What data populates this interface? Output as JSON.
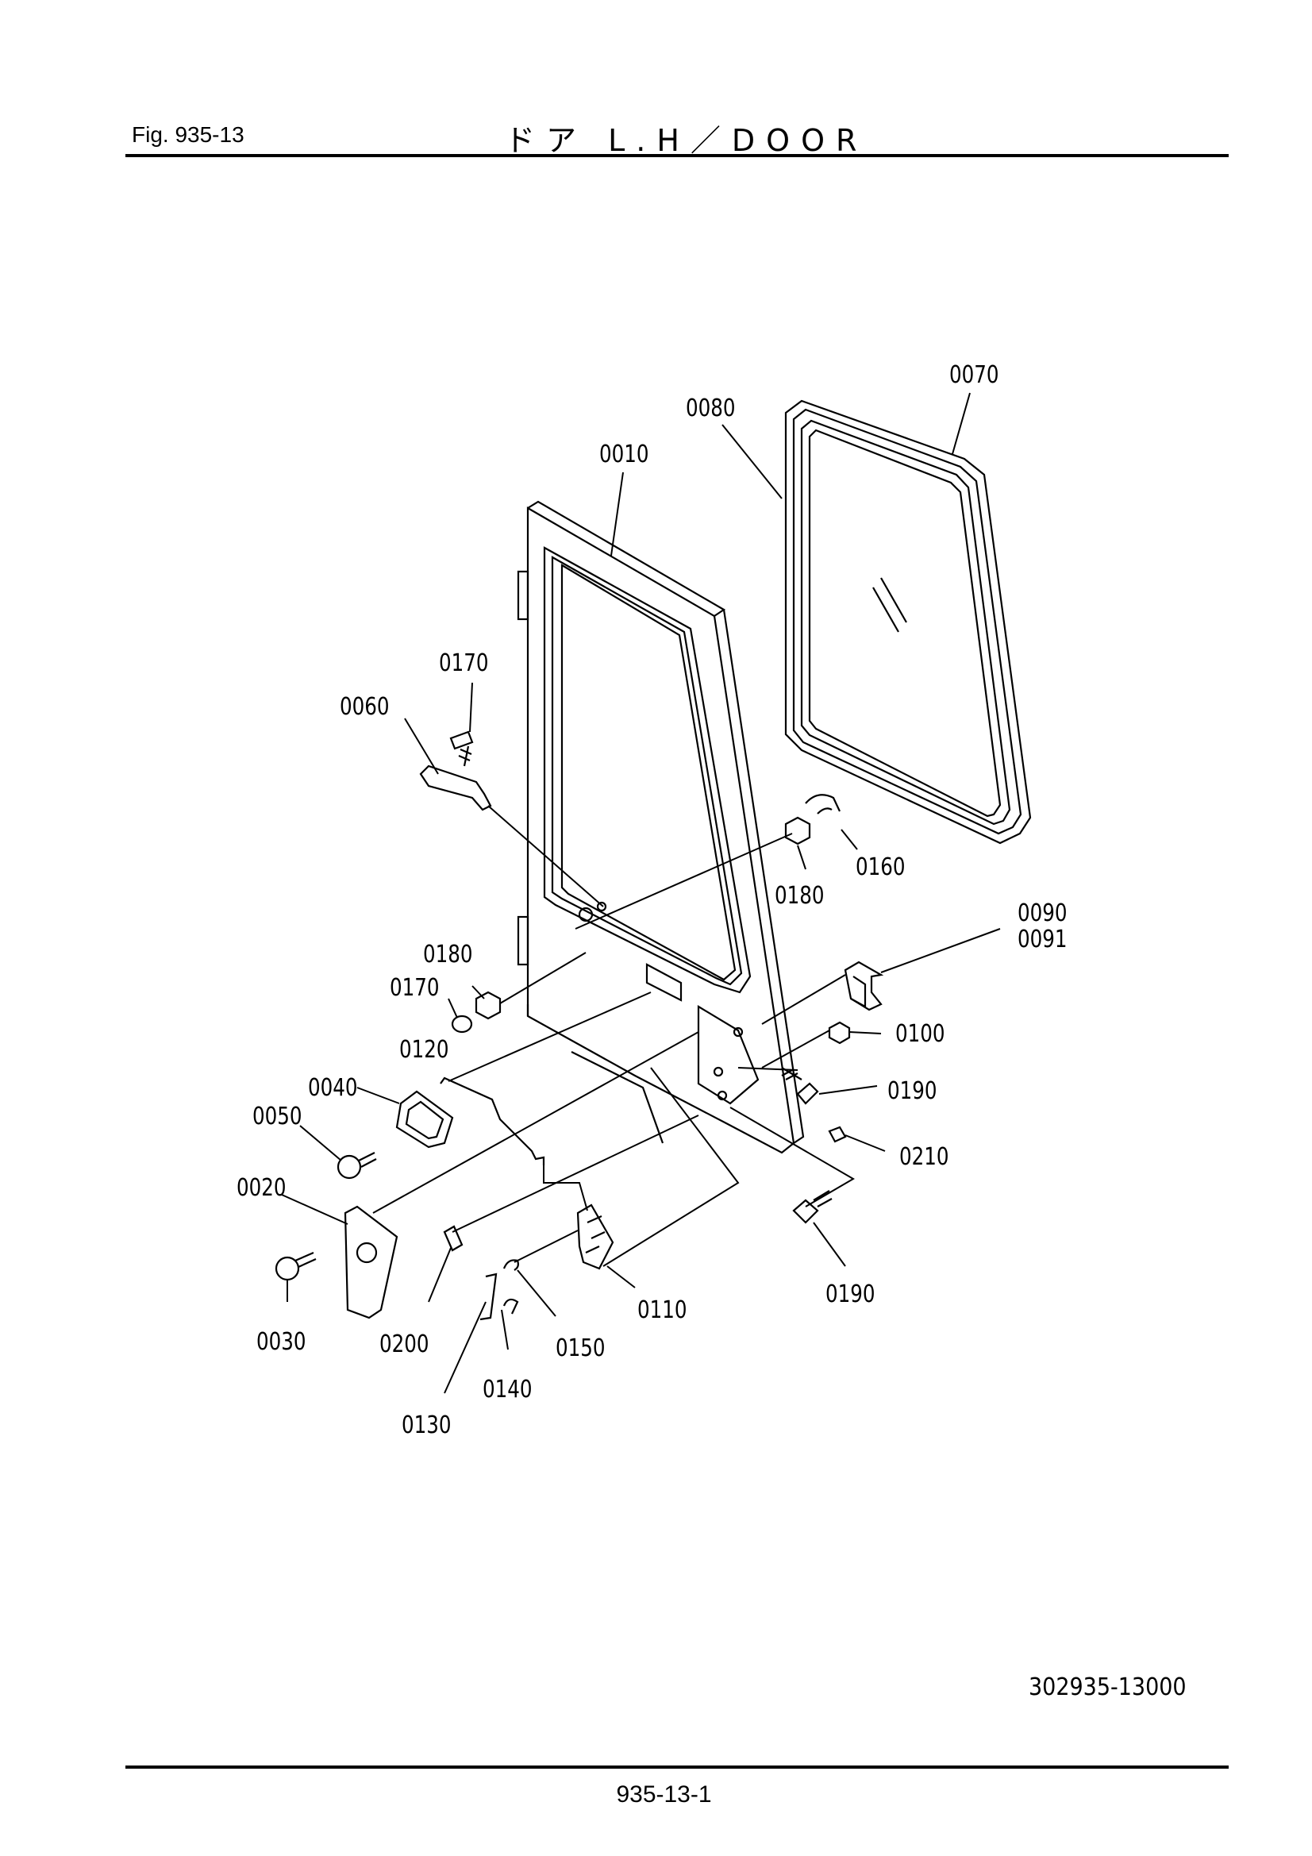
{
  "header": {
    "figure_ref": "Fig.  935-13",
    "title": "ドア L.H／DOOR"
  },
  "callouts": [
    "0010",
    "0020",
    "0030",
    "0040",
    "0050",
    "0060",
    "0070",
    "0080",
    "0090",
    "0091",
    "0100",
    "0110",
    "0120",
    "0130",
    "0140",
    "0150",
    "0160",
    "0170",
    "0170",
    "0180",
    "0180",
    "0190",
    "0190",
    "0200",
    "0210"
  ],
  "drawing_number": "302935-13000",
  "footer": {
    "page_number": "935-13-1"
  }
}
